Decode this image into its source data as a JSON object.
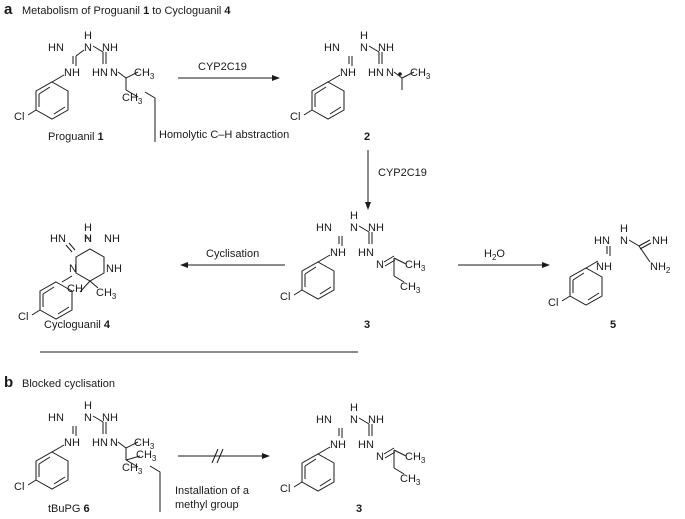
{
  "panel_a": {
    "letter": "a",
    "title_prefix": "Metabolism of Proguanil ",
    "title_n1": "1",
    "title_mid": " to Cycloguanil ",
    "title_n4": "4",
    "arrow_top_label": "CYP2C19",
    "arrow_down_label": "CYP2C19",
    "cyclisation_label": "Cyclisation",
    "water_label_H": "H",
    "water_label_2": "2",
    "water_label_O": "O",
    "abstraction_label": "Homolytic C–H abstraction",
    "proguanil_name": "Proguanil ",
    "proguanil_num": "1",
    "cmpd2_num": "2",
    "cmpd3_num": "3",
    "cycloguanil_name": "Cycloguanil ",
    "cycloguanil_num": "4",
    "cmpd5_num": "5"
  },
  "panel_b": {
    "letter": "b",
    "title": "Blocked cyclisation",
    "methyl_label_line1": "Installation of a",
    "methyl_label_line2": "methyl group",
    "tbupg_name": "tBuPG ",
    "tbupg_num": "6",
    "cmpd3_num": "3"
  },
  "atoms": {
    "NH": "NH",
    "HN": "HN",
    "N": "N",
    "Cl": "Cl",
    "CH3": "CH",
    "sub3": "3",
    "NH2": "NH",
    "sub2": "2"
  }
}
